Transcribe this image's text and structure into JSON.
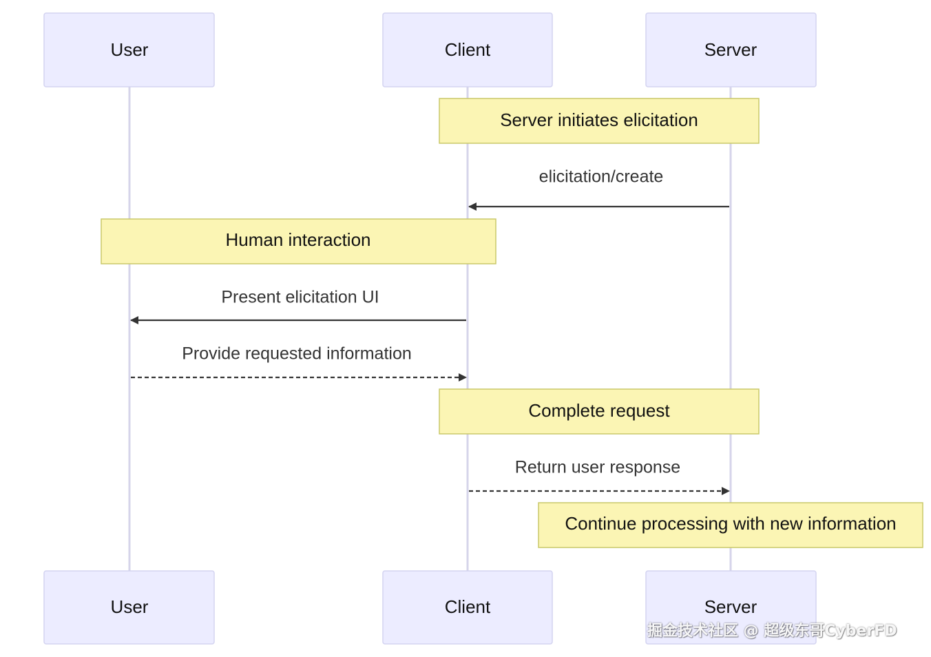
{
  "participants": [
    {
      "id": "user",
      "label": "User"
    },
    {
      "id": "client",
      "label": "Client"
    },
    {
      "id": "server",
      "label": "Server"
    }
  ],
  "notes": [
    {
      "id": "note-server-initiates",
      "label": "Server initiates elicitation",
      "over": [
        "client",
        "server"
      ]
    },
    {
      "id": "note-human-interaction",
      "label": "Human interaction",
      "over": [
        "user",
        "client"
      ]
    },
    {
      "id": "note-complete-request",
      "label": "Complete request",
      "over": [
        "client",
        "server"
      ]
    },
    {
      "id": "note-continue-processing",
      "label": "Continue processing with new information",
      "over": [
        "server"
      ]
    }
  ],
  "messages": [
    {
      "id": "msg-elicitation-create",
      "label": "elicitation/create",
      "from": "server",
      "to": "client",
      "style": "solid"
    },
    {
      "id": "msg-present-ui",
      "label": "Present elicitation UI",
      "from": "client",
      "to": "user",
      "style": "solid"
    },
    {
      "id": "msg-provide-info",
      "label": "Provide requested information",
      "from": "user",
      "to": "client",
      "style": "dashed"
    },
    {
      "id": "msg-return-response",
      "label": "Return user response",
      "from": "client",
      "to": "server",
      "style": "dashed"
    }
  ],
  "colors": {
    "actor_fill": "#ececff",
    "actor_border": "#d3d3f0",
    "note_fill": "#fbf5b4",
    "note_border": "#c9c86a",
    "line": "#333333",
    "lifeline": "#d6d4ea"
  },
  "watermark": "掘金技术社区 @ 超级东哥CyberFD"
}
